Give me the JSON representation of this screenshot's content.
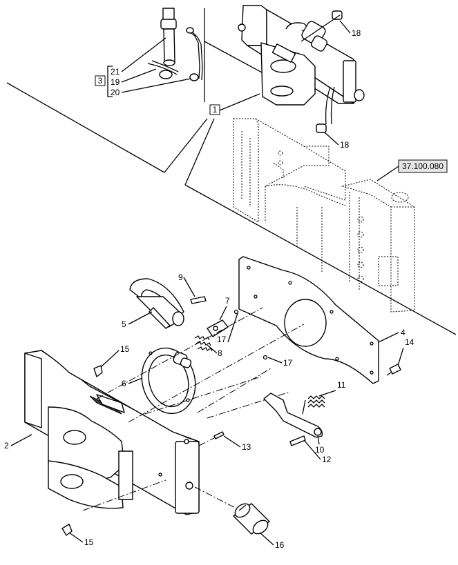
{
  "reference_label": "37.100.080",
  "labels": {
    "p1": "1",
    "p2": "2",
    "p3": "3",
    "p4": "4",
    "p5": "5",
    "p6": "6",
    "p7": "7",
    "p8": "8",
    "p9": "9",
    "p10": "10",
    "p11": "11",
    "p12": "12",
    "p13": "13",
    "p14": "14",
    "p15": "15",
    "p16": "16",
    "p17": "17",
    "p18": "18",
    "p19": "19",
    "p20": "20",
    "p21": "21"
  }
}
